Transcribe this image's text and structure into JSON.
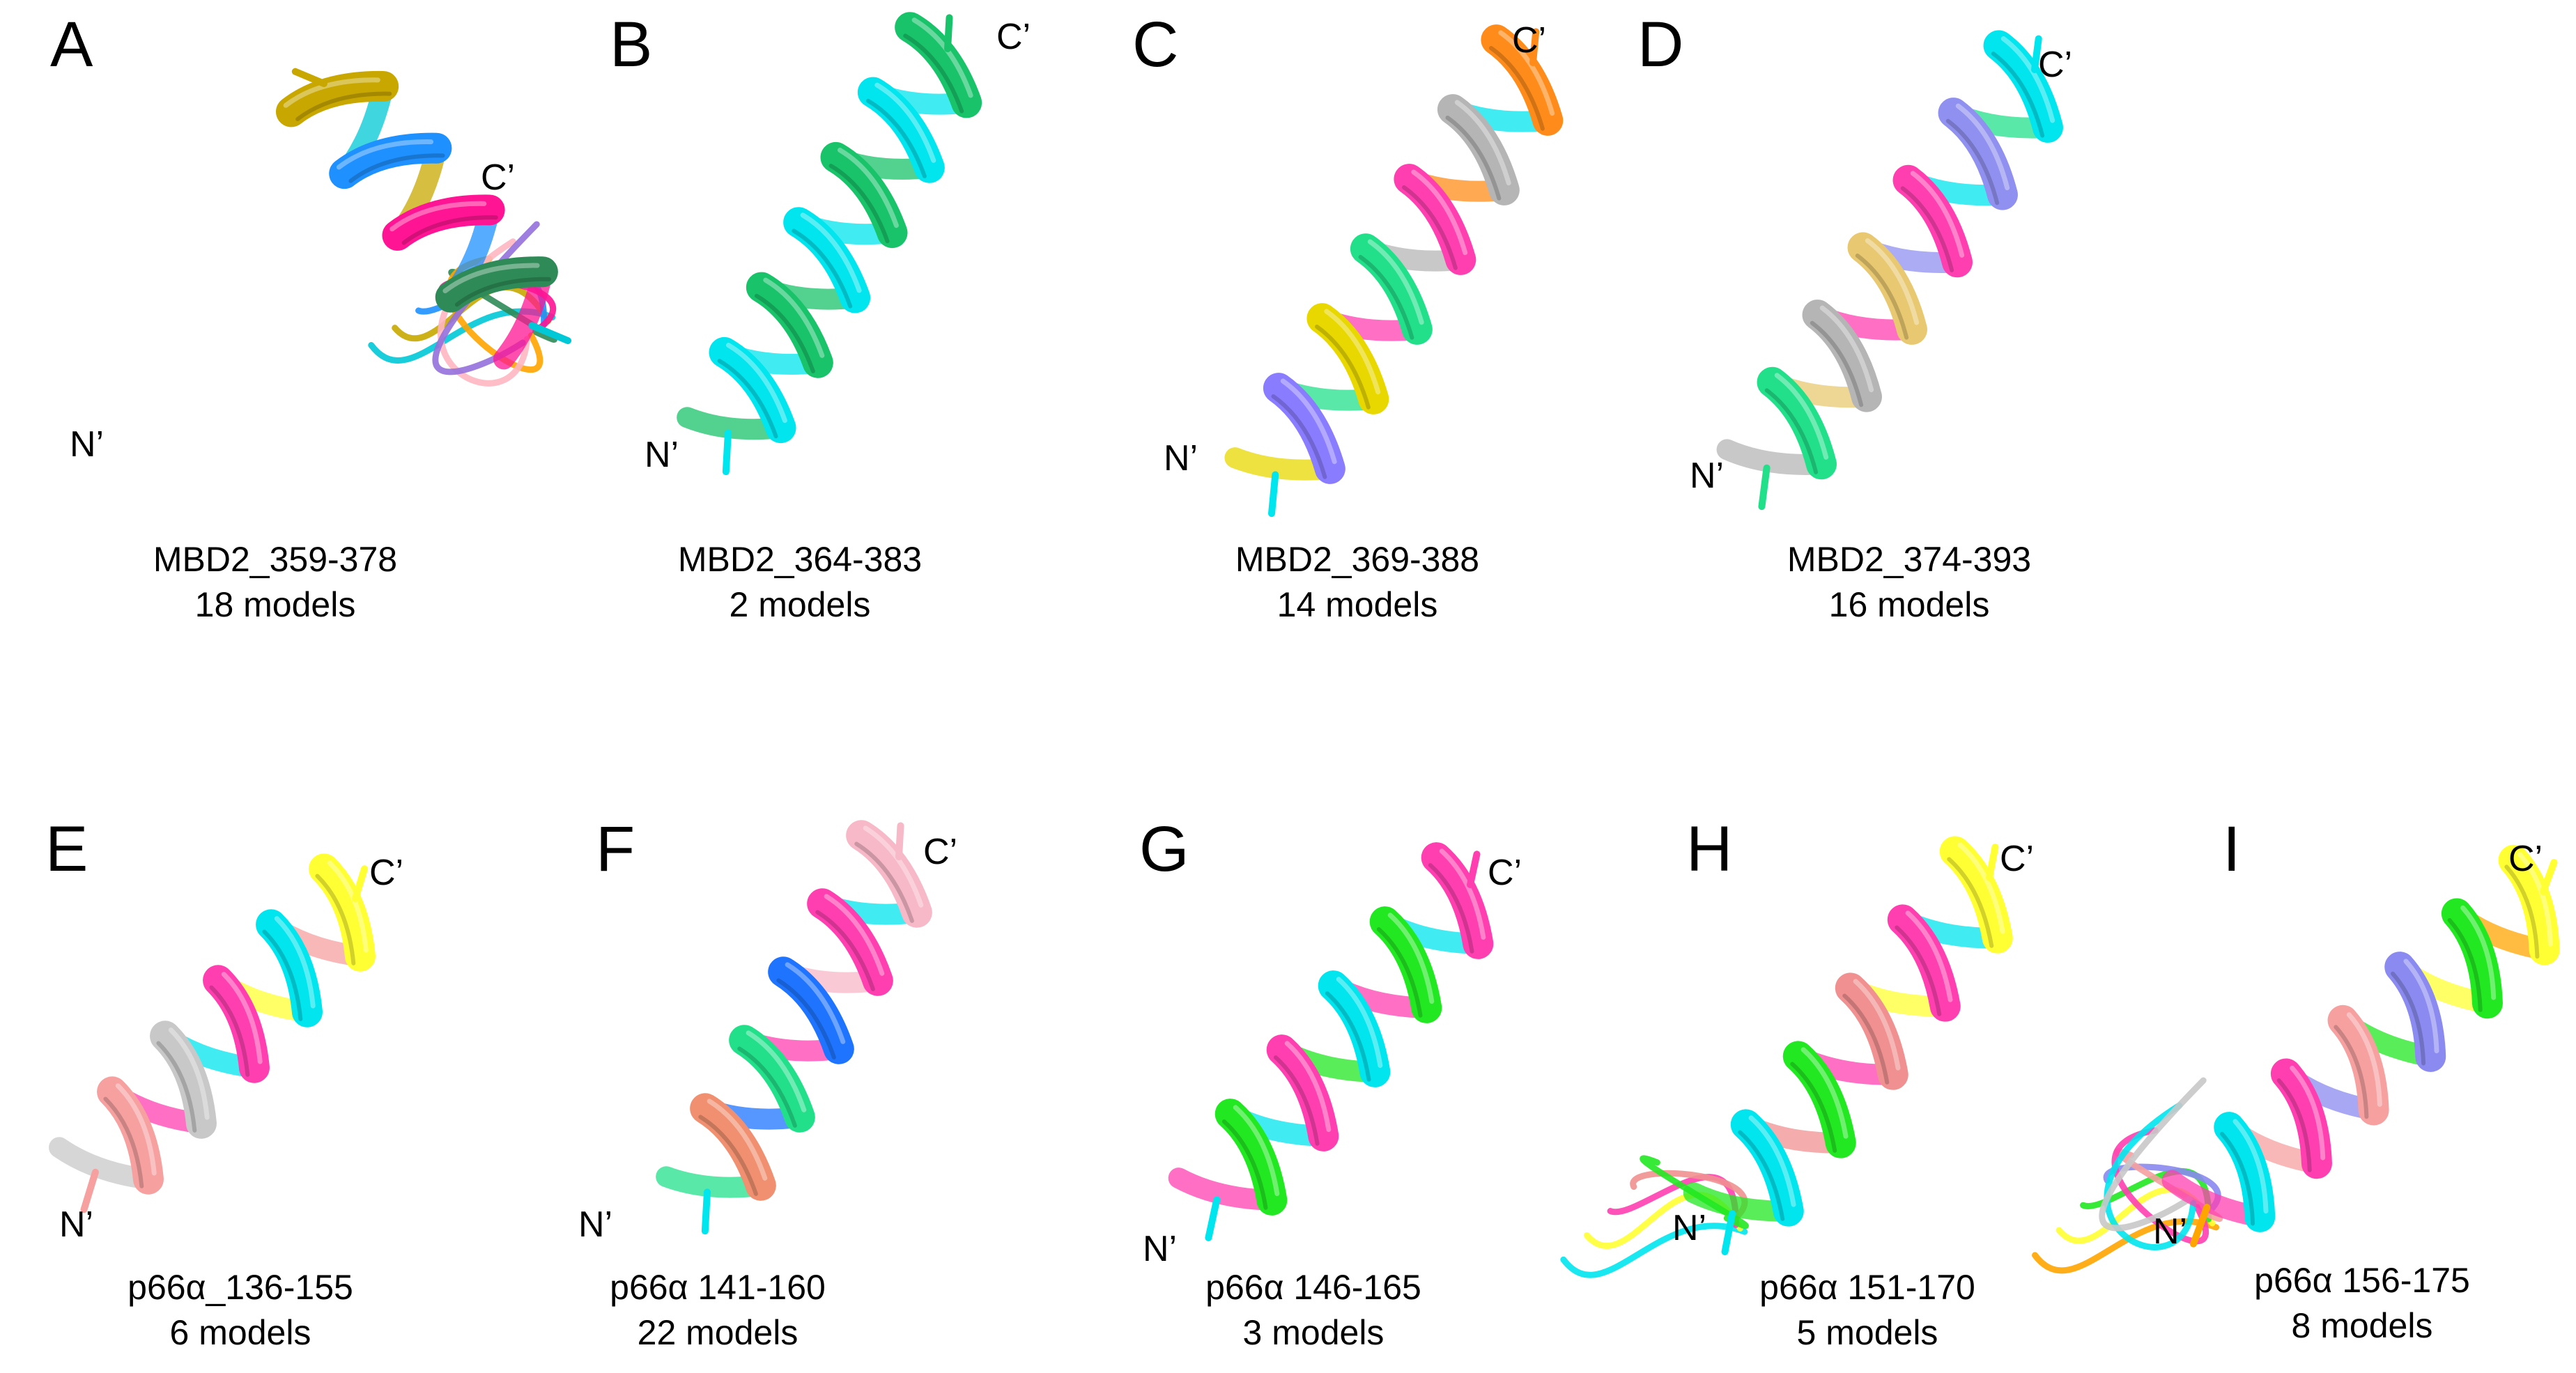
{
  "figure": {
    "panels": [
      {
        "letter": "A",
        "caption_line1": "MBD2_359-378",
        "caption_line2": "18 models",
        "n_term": "N’",
        "c_term": "C’",
        "colors": [
          "#00c8d6",
          "#c8a800",
          "#1e90ff",
          "#ff1493",
          "#2e8b57",
          "#ffa500",
          "#ffb6c1",
          "#9370db",
          "#b0b0b0"
        ]
      },
      {
        "letter": "B",
        "caption_line1": "MBD2_364-383",
        "caption_line2": "2 models",
        "n_term": "N’",
        "c_term": "C’",
        "colors": [
          "#00e5ee",
          "#19c36a"
        ]
      },
      {
        "letter": "C",
        "caption_line1": "MBD2_369-388",
        "caption_line2": "14 models",
        "n_term": "N’",
        "c_term": "C’",
        "colors": [
          "#00e5ee",
          "#ff8c1a",
          "#b5b5b5",
          "#ff3fb0",
          "#22e08a",
          "#e8d800",
          "#8a7cff",
          "#008b8b"
        ]
      },
      {
        "letter": "D",
        "caption_line1": "MBD2_374-393",
        "caption_line2": "16 models",
        "n_term": "N’",
        "c_term": "C’",
        "colors": [
          "#22e08a",
          "#00e5ee",
          "#9090f0",
          "#ff3fb0",
          "#e8c870",
          "#b5b5b5"
        ]
      },
      {
        "letter": "E",
        "caption_line1": "p66α_136-155",
        "caption_line2": "6 models",
        "n_term": "N’",
        "c_term": "C’",
        "colors": [
          "#f6a0a0",
          "#ffff33",
          "#00e5ee",
          "#ff3fb0",
          "#c8c8c8"
        ]
      },
      {
        "letter": "F",
        "caption_line1": "p66α 141-160",
        "caption_line2": "22 models",
        "n_term": "N’",
        "c_term": "C’",
        "colors": [
          "#00e5ee",
          "#f7b8c8",
          "#ff3fb0",
          "#1e74ff",
          "#22e08a",
          "#f09070"
        ]
      },
      {
        "letter": "G",
        "caption_line1": "p66α 146-165",
        "caption_line2": "3 models",
        "n_term": "N’",
        "c_term": "C’",
        "colors": [
          "#00e5ee",
          "#ff3fb0",
          "#22e822"
        ]
      },
      {
        "letter": "H",
        "caption_line1": "p66α 151-170",
        "caption_line2": "5 models",
        "n_term": "N’",
        "c_term": "C’",
        "colors": [
          "#00e5ee",
          "#ffff33",
          "#ff3fb0",
          "#f09090",
          "#22e822"
        ]
      },
      {
        "letter": "I",
        "caption_line1": "p66α 156-175",
        "caption_line2": "8 models",
        "n_term": "N’",
        "c_term": "C’",
        "colors": [
          "#ffa500",
          "#ffff33",
          "#22e822",
          "#8a8af0",
          "#f6a0a0",
          "#ff3fb0",
          "#00e5ee",
          "#c8c8c8"
        ]
      }
    ]
  }
}
